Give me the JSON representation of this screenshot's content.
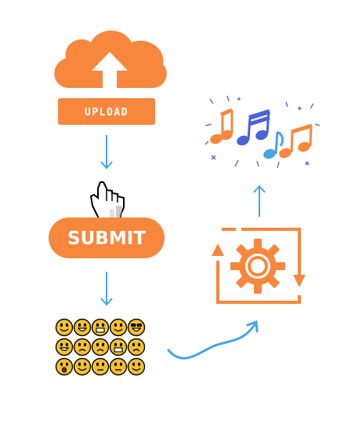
{
  "upload": {
    "label": "UPLOAD"
  },
  "submit": {
    "label": "SUBMIT"
  },
  "colors": {
    "accent": "#f7873d",
    "arrow": "#45a6e3",
    "emoji_face": "#f5c12d",
    "music_blue": "#4b63d8"
  },
  "icons": [
    "cloud-upload-icon",
    "hand-pointer-icon",
    "emoji-grid-icon",
    "curved-arrow-icon",
    "gear-process-icon",
    "music-notes-icon"
  ],
  "emoji_grid": {
    "rows": 3,
    "cols": 5
  }
}
